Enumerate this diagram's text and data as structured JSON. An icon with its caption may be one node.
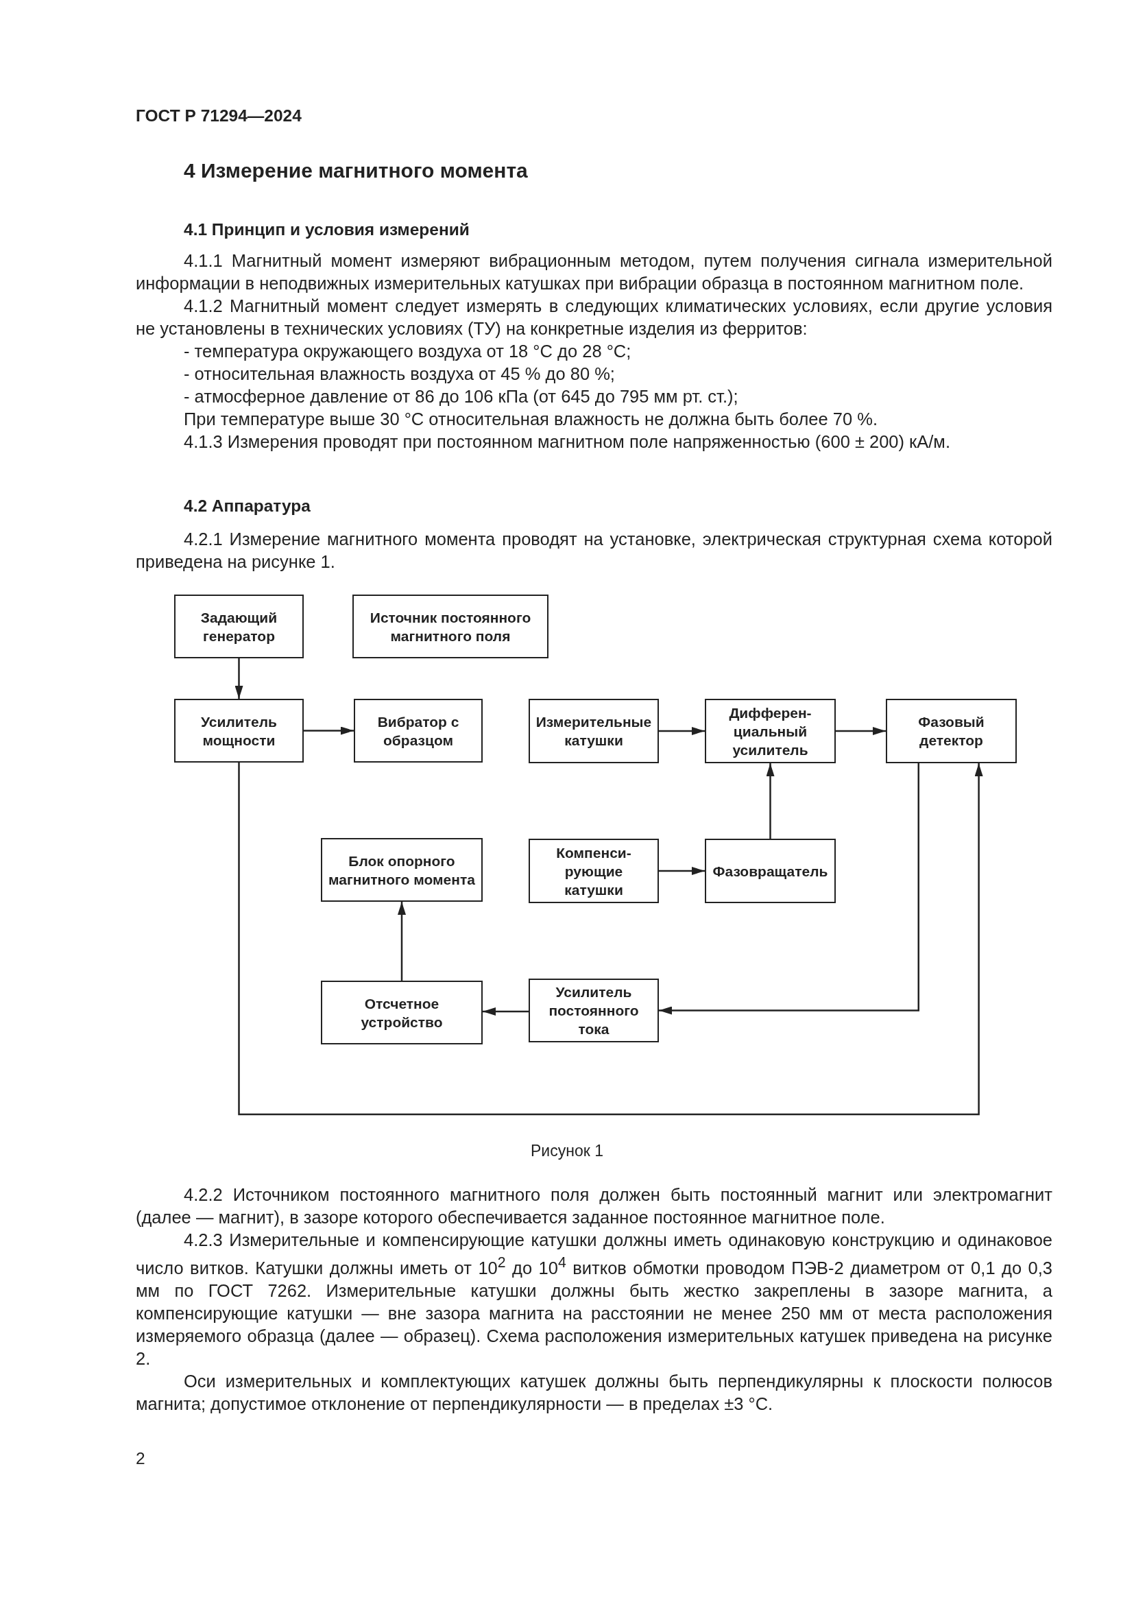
{
  "diagram": {
    "caption": "Рисунок 1",
    "nodes": [
      {
        "text": [
          "Задающий генератор"
        ]
      },
      {
        "text": [
          "Источник постоянного магнитного поля"
        ]
      },
      {
        "text": [
          "Усилитель мощности"
        ]
      },
      {
        "text": [
          "Вибратор с образцом"
        ]
      },
      {
        "text": [
          "Измерительные катушки"
        ]
      },
      {
        "text": [
          "Дифферен- циальный усилитель"
        ]
      },
      {
        "text": [
          "Фазовый детектор"
        ]
      },
      {
        "text": [
          "Блок опорного магнитного момента"
        ]
      },
      {
        "text": [
          "Компенси- рующие катушки"
        ]
      },
      {
        "text": [
          "Фазовращатель"
        ]
      },
      {
        "text": [
          "Отсчетное устройство"
        ]
      },
      {
        "text": [
          "Усилитель постоянного тока"
        ]
      }
    ],
    "edges": [
      {
        "from": 0,
        "to": 2,
        "arrow": "to"
      },
      {
        "from": 2,
        "to": 3,
        "arrow": "to"
      },
      {
        "from": 4,
        "to": 5,
        "arrow": "to"
      },
      {
        "from": 5,
        "to": 6,
        "arrow": "to"
      },
      {
        "from": 9,
        "to": 5,
        "arrow": "to"
      },
      {
        "from": 8,
        "to": 9,
        "arrow": "to"
      },
      {
        "from": 10,
        "to": 7,
        "arrow": "to"
      },
      {
        "from": 6,
        "to": 11,
        "arrow": "to"
      },
      {
        "from": 11,
        "to": 10,
        "arrow": "to"
      },
      {
        "from": 2,
        "to": 6,
        "arrow": "to"
      }
    ],
    "labels": [
      "ГОСТ Р 71294—2024",
      "4 Измерение магнитного момента",
      "4.1 Принцип и условия измерений",
      "4.1.1 Магнитный момент измеряют вибрационным методом, путем получения сигнала измерительной информации в неподвижных измерительных катушках при вибрации образца в постоянном магнитном поле.",
      "4.1.2 Магнитный момент следует измерять в следующих климатических условиях, если другие условия не установлены в технических условиях (ТУ) на конкретные изделия из ферритов:",
      "- температура окружающего воздуха от 18 °С до 28 °С;",
      "- относительная влажность воздуха от 45 % до 80 %;",
      "- атмосферное давление от 86 до 106 кПа (от 645 до 795 мм рт. ст.);",
      "При температуре выше 30 °С относительная влажность не должна быть более 70 %.",
      "4.1.3 Измерения проводят при постоянном магнитном поле напряженностью (600 ± 200) кА/м.",
      "4.2 Аппаратура",
      "4.2.1 Измерение магнитного момента проводят на установке, электрическая структурная схема которой приведена на рисунке 1.",
      "4.2.2 Источником постоянного магнитного поля должен быть постоянный магнит или электромагнит (далее — магнит), в зазоре которого обеспечивается заданное постоянное магнитное поле.",
      "4.2.3 Измерительные и компенсирующие катушки должны иметь одинаковую конструкцию и одинаковое число витков. Катушки должны иметь от 10$^{2}$ до 10$^{4}$ витков обмотки проводом ПЭВ-2 диаметром от 0,1 до 0,3 мм по ГОСТ 7262. Измерительные катушки должны быть жестко закреплены в зазоре магнита, а компенсирующие катушки — вне зазора магнита на расстоянии не менее 250 мм от места расположения измеряемого образца (далее — образец). Схема расположения измерительных катушек приведена на рисунке 2.",
      "Оси измерительных и комплектующих катушек должны быть перпендикулярны к плоскости полюсов магнита; допустимое отклонение от перпендикулярности — в пределах ±3 °С.",
      "2"
    ]
  }
}
